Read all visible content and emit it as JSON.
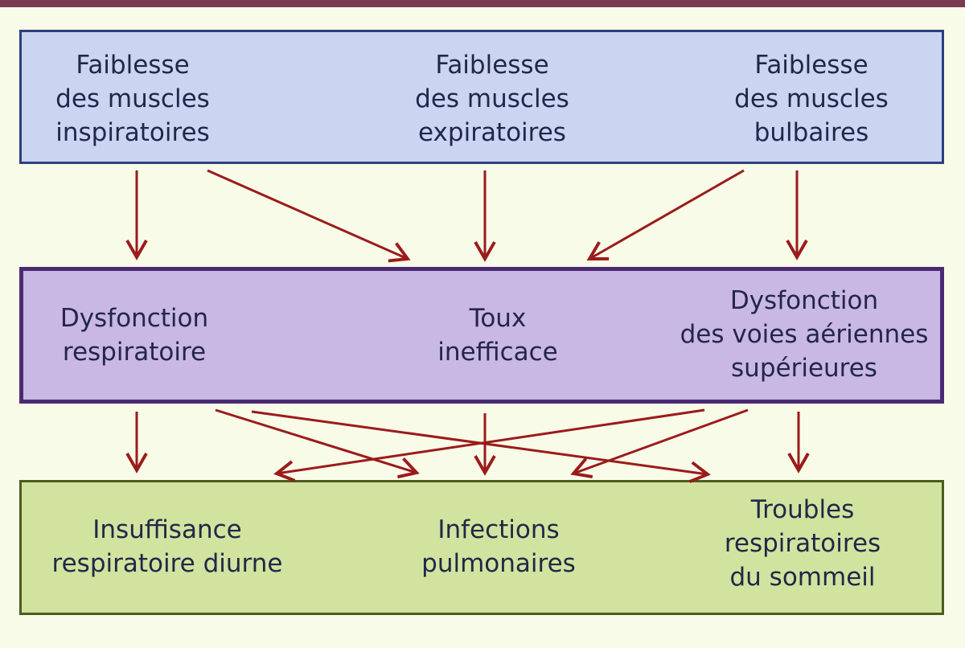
{
  "top_row": {
    "inspiratory": [
      "Faiblesse",
      "des muscles",
      "inspiratoires"
    ],
    "expiratory": [
      "Faiblesse",
      "des muscles",
      "expiratoires"
    ],
    "bulbar": [
      "Faiblesse",
      "des muscles",
      "bulbaires"
    ]
  },
  "middle_row": {
    "respiratory_dysfunction": [
      "Dysfonction",
      "respiratoire"
    ],
    "ineffective_cough": [
      "Toux",
      "inefficace"
    ],
    "upper_airway_dysfunction": [
      "Dysfonction",
      "des voies aériennes",
      "supérieures"
    ]
  },
  "bottom_row": {
    "daytime_failure": [
      "Insuffisance",
      "respiratoire diurne"
    ],
    "pulmonary_infections": [
      "Infections",
      "pulmonaires"
    ],
    "sleep_disorders": [
      "Troubles",
      "respiratoires",
      "du sommeil"
    ]
  },
  "colors": {
    "arrow": "#9b1b1b",
    "top_fill": "#cad5f1",
    "middle_fill": "#c9b7e4",
    "bottom_fill": "#d1e39f"
  }
}
